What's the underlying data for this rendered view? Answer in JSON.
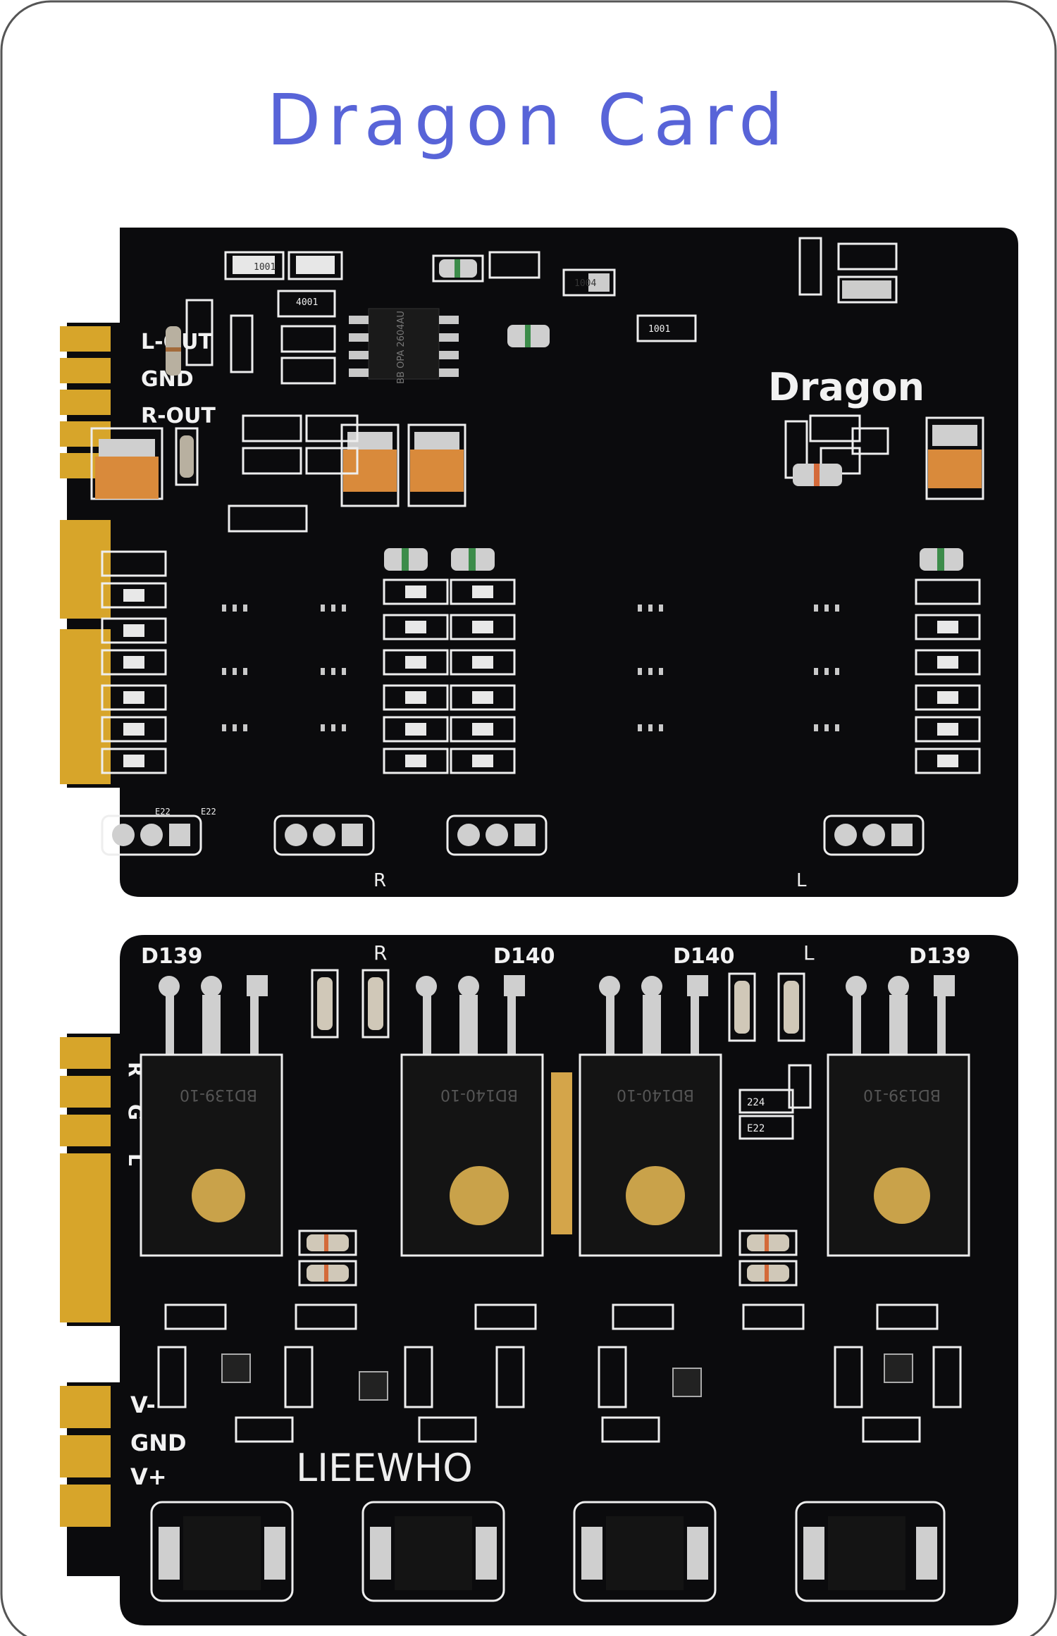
{
  "title": "Dragon Card",
  "colors": {
    "title": "#5864d8",
    "pcb": "#0b0b0d",
    "gold": "#d7a52a",
    "cap_tan": "#d98a3b",
    "silkscreen": "#f0f0f0"
  },
  "top_board": {
    "brand": "Dragon",
    "pin_labels": [
      "L-OUT",
      "GND",
      "R-OUT"
    ],
    "chip_marking": "BB OPA 2604AU",
    "channel_left": "R",
    "channel_right": "L",
    "resistor_codes": [
      "1001",
      "4001",
      "1004",
      "1001",
      "E22",
      "E22"
    ]
  },
  "bottom_board": {
    "transistor_labels": [
      "D139",
      "D140",
      "D140",
      "D139"
    ],
    "channel_left": "R",
    "channel_right": "L",
    "edge_letters": [
      "R",
      "G",
      "L"
    ],
    "power_labels": [
      "V-",
      "GND",
      "V+"
    ],
    "maker": "LIEEWHO",
    "transistor_markings": [
      "BD139-10",
      "BD140-10",
      "BD140-10",
      "BD139-10"
    ],
    "resistor_codes": [
      "224",
      "E22"
    ]
  }
}
